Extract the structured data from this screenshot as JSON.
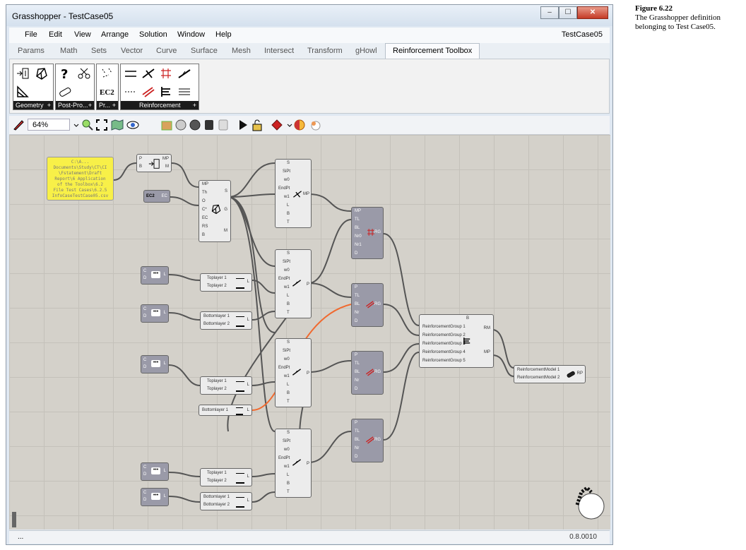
{
  "window": {
    "title": "Grasshopper - TestCase05",
    "controls": {
      "minimize": "–",
      "maximize": "☐",
      "close": "✕"
    }
  },
  "menu": {
    "items": [
      "File",
      "Edit",
      "View",
      "Arrange",
      "Solution",
      "Window",
      "Help"
    ],
    "document": "TestCase05"
  },
  "tabs": [
    "Params",
    "Math",
    "Sets",
    "Vector",
    "Curve",
    "Surface",
    "Mesh",
    "Intersect",
    "Transform",
    "gHowl",
    "Reinforcement Toolbox"
  ],
  "ribbon": {
    "groups": [
      "Geometry",
      "Post-Pro...",
      "Pr...",
      "Reinforcement"
    ],
    "ec2_label": "EC2"
  },
  "toolbar": {
    "zoom": "64%"
  },
  "status": {
    "left": "...",
    "right": "0.8.0010"
  },
  "canvas": {
    "note_text": "C:\\A...\nDocuments\\Study\\CT\\CI\n\\Fstatement\\Draft\nReport\\6 Application\nof the Toolbox\\6.2\nFile Test Cases\\6.2.5\nInfoCaseTestCase05.csv",
    "components": {
      "panel_ports": [
        "P",
        "B",
        "MP",
        "M"
      ],
      "ec2": {
        "left": "EC2",
        "right": "EC"
      },
      "geometry": {
        "inputs": [
          "MP",
          "Th",
          "O",
          "C*",
          "EC",
          "RS",
          "B"
        ],
        "outputs": [
          "S",
          "G",
          "M"
        ]
      },
      "top_point": {
        "inputs": [
          "S",
          "SiPt",
          "w0",
          "EndPt",
          "w1",
          "L",
          "B",
          "T"
        ],
        "output": "MP"
      },
      "point_generic": {
        "inputs": [
          "S",
          "SiPt",
          "w0",
          "EndPt",
          "w1",
          "L",
          "B",
          "T"
        ],
        "output": "P"
      },
      "rebar": {
        "inputs": [
          "P",
          "TL",
          "BL",
          "Nr",
          "D"
        ],
        "output": "RG"
      },
      "rebar_top": {
        "inputs": [
          "MP",
          "TL",
          "BL",
          "Nr0",
          "Nr1",
          "D"
        ],
        "output": "RG"
      },
      "slider": {
        "inputs": [
          "C",
          "D"
        ],
        "output": "L"
      },
      "layers": [
        {
          "a": "Toplayer 1",
          "b": "Toplayer 2",
          "out": "L"
        },
        {
          "a": "Bottomlayer 1",
          "b": "Bottomlayer 2",
          "out": "L"
        },
        {
          "a": "Toplayer 1",
          "b": "Toplayer 2",
          "out": "L"
        },
        {
          "a": "Bottomlayer 1",
          "b": "",
          "out": "L"
        },
        {
          "a": "Toplayer 1",
          "b": "Toplayer 2",
          "out": "L"
        },
        {
          "a": "Bottomlayer 1",
          "b": "Bottomlayer 2",
          "out": "L"
        }
      ],
      "model": {
        "title": "B",
        "inputs": [
          "ReinforcementGroup 1",
          "ReinforcementGroup 2",
          "ReinforcementGroup 3",
          "ReinforcementGroup 4",
          "ReinforcementGroup 5"
        ],
        "outputs": [
          "RM",
          "MP"
        ]
      },
      "final": {
        "inputs": [
          "ReinforcementModel 1",
          "ReinforcementModel 2"
        ],
        "output": "RP"
      }
    }
  },
  "caption": {
    "figure": "Figure 6.22",
    "text": "The Grasshopper definition belonging to Test Case05."
  }
}
